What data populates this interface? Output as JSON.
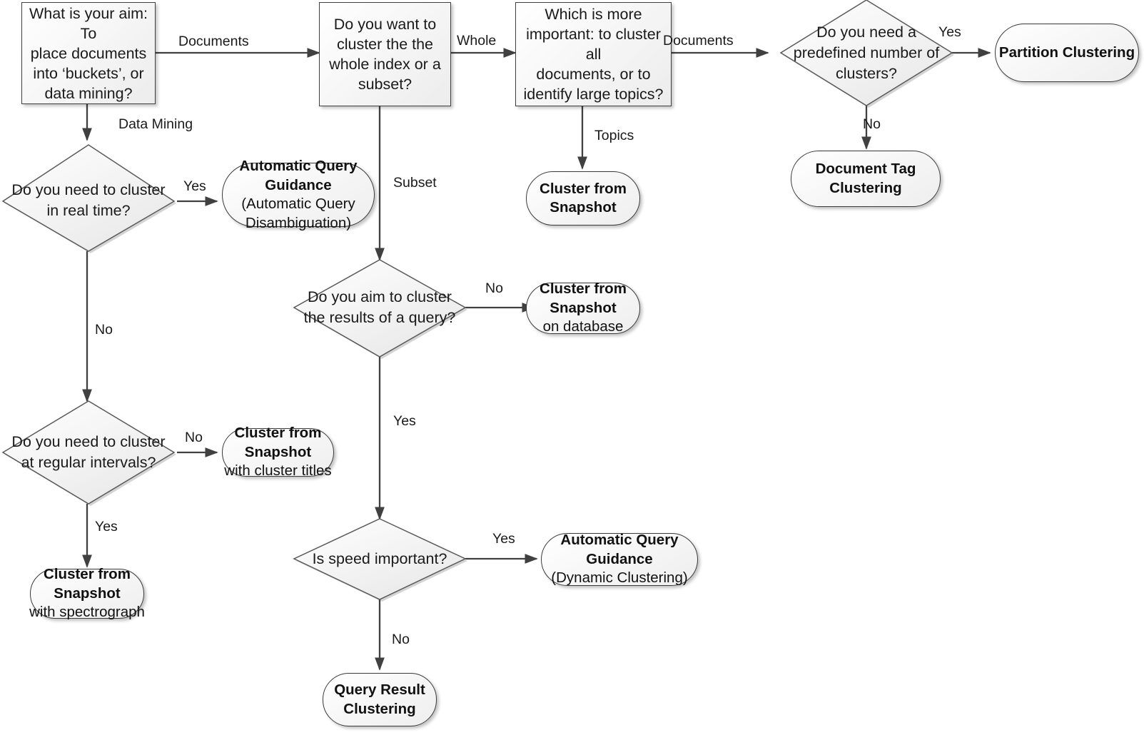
{
  "diagram": {
    "title": "Clustering decision flowchart",
    "colors": {
      "shape_fill": "#f2f2f2",
      "shape_stroke": "#3f3f3f",
      "edge_stroke": "#404040",
      "text": "#1a1a1a"
    },
    "nodes": {
      "aim": {
        "line1": "What is your aim: To",
        "line2": "place documents",
        "line3": "into ‘buckets’, or",
        "line4": "data mining?"
      },
      "whole_or_subset": {
        "line1": "Do you want to",
        "line2": "cluster the the",
        "line3": "whole index or a",
        "line4": "subset?"
      },
      "more_important": {
        "line1": "Which is more",
        "line2": "important: to cluster all",
        "line3": "documents, or to",
        "line4": "identify large topics?"
      },
      "predefined_clusters": {
        "line1": "Do you need a",
        "line2": "predefined number of",
        "line3": "clusters?"
      },
      "partition_clustering": {
        "line1": "Partition Clustering"
      },
      "document_tag_clustering": {
        "line1": "Document Tag",
        "line2": "Clustering"
      },
      "cluster_snapshot_topics": {
        "line1": "Cluster from",
        "line2": "Snapshot"
      },
      "real_time": {
        "line1": "Do you need to cluster",
        "line2": "in real time?"
      },
      "aqg_disambiguation": {
        "line1": "Automatic Query",
        "line2": "Guidance",
        "line3": "(Automatic Query",
        "line4": "Disambiguation)"
      },
      "cluster_query_results": {
        "line1": "Do you aim to cluster",
        "line2": "the results of a query?"
      },
      "cluster_snapshot_db": {
        "line1": "Cluster from",
        "line2": "Snapshot",
        "line3": "on database"
      },
      "regular_intervals": {
        "line1": "Do you need to cluster",
        "line2": "at regular intervals?"
      },
      "cluster_snapshot_titles": {
        "line1": "Cluster from",
        "line2": "Snapshot",
        "line3": "with cluster titles"
      },
      "cluster_snapshot_spectrograph": {
        "line1": "Cluster from",
        "line2": "Snapshot",
        "line3": "with spectrograph"
      },
      "speed_important": {
        "line1": "Is speed important?"
      },
      "aqg_dynamic": {
        "line1": "Automatic Query",
        "line2": "Guidance",
        "line3": "(Dynamic Clustering)"
      },
      "query_result_clustering": {
        "line1": "Query Result",
        "line2": "Clustering"
      }
    },
    "edge_labels": {
      "aim_to_whole": "Documents",
      "aim_to_realtime": "Data Mining",
      "whole_to_important": "Whole",
      "whole_to_query": "Subset",
      "important_to_predefined": "Documents",
      "important_to_snapshot": "Topics",
      "predefined_yes": "Yes",
      "predefined_no": "No",
      "realtime_yes": "Yes",
      "realtime_no": "No",
      "query_no": "No",
      "query_yes": "Yes",
      "intervals_no": "No",
      "intervals_yes": "Yes",
      "speed_yes": "Yes",
      "speed_no": "No"
    }
  }
}
